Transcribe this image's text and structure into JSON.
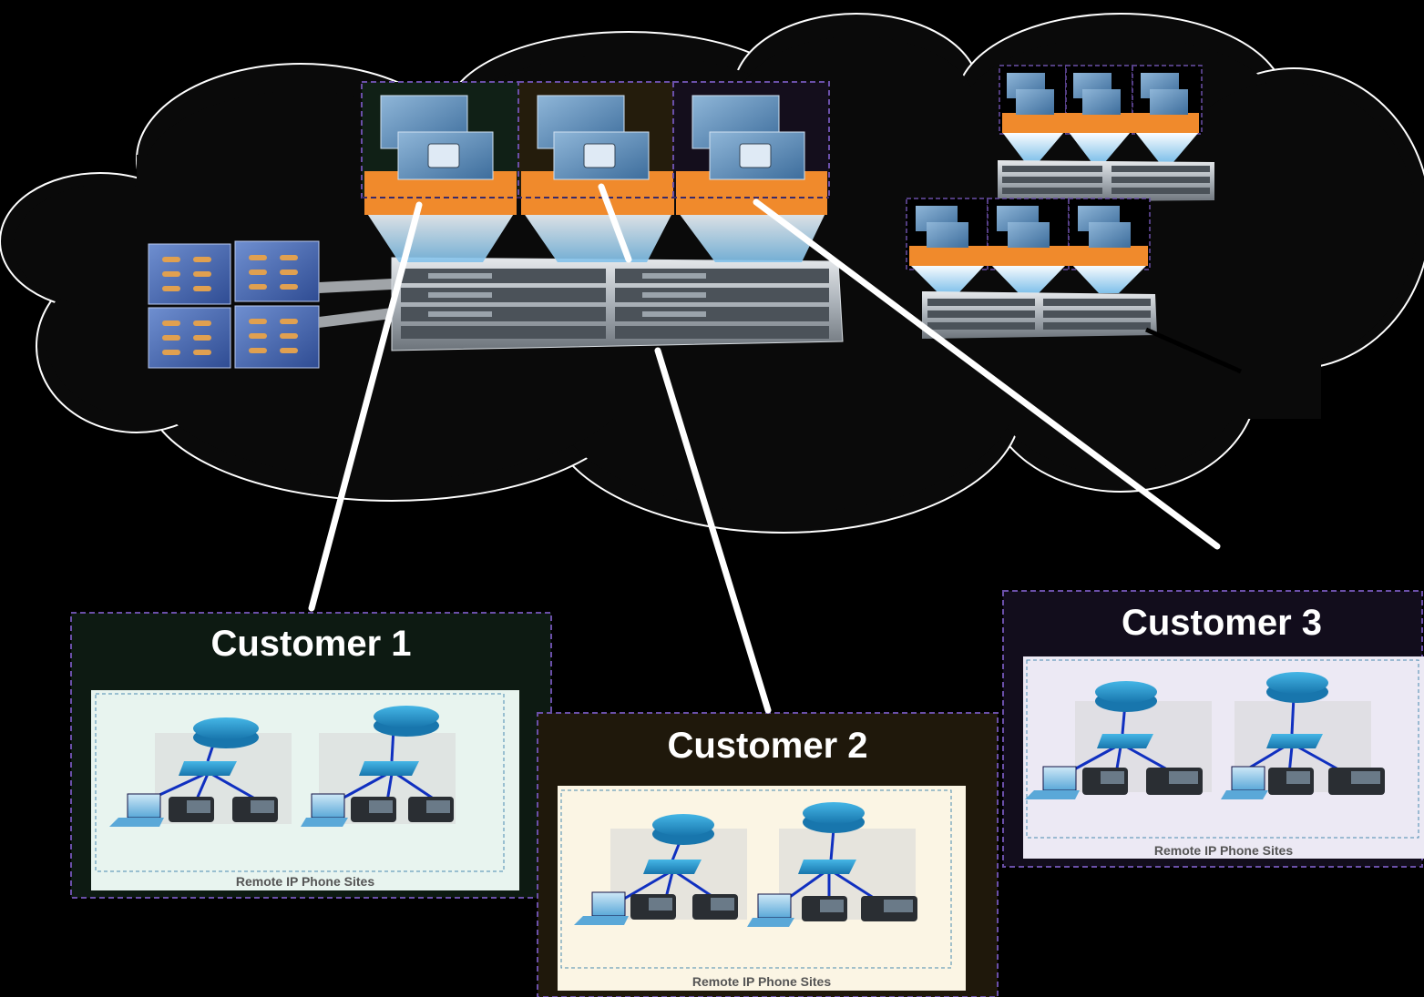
{
  "customers": [
    {
      "title": "Customer 1",
      "caption": "Remote IP Phone Sites"
    },
    {
      "title": "Customer 2",
      "caption": "Remote IP Phone Sites"
    },
    {
      "title": "Customer 3",
      "caption": "Remote IP Phone Sites"
    }
  ],
  "server_label": "",
  "icons": {
    "phone_server": "ip-phone-server-icon",
    "blade_chassis": "blade-server-chassis-icon",
    "storage": "storage-array-icon",
    "router": "router-icon",
    "switch": "switch-icon",
    "phone": "ip-phone-icon",
    "laptop": "laptop-icon"
  },
  "colors": {
    "background": "#000000",
    "cloud_fill": "#0a0a0a",
    "cloud_stroke": "#ffffff",
    "server_orange": "#f08a2c",
    "customer1_panel": "#0d1a12",
    "customer2_panel": "#1f180b",
    "customer3_panel": "#120d1c",
    "link": "#ffffff"
  }
}
